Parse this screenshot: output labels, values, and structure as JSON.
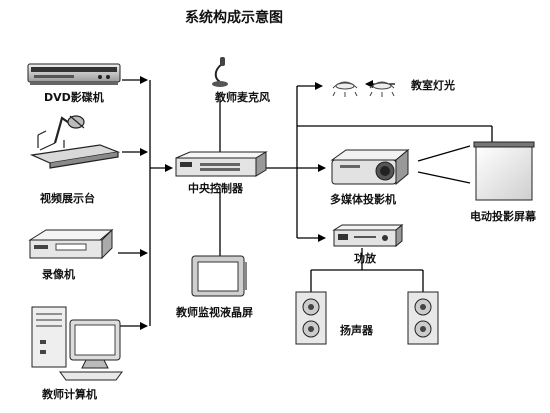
{
  "diagram": {
    "title": "系统构成示意图",
    "labels": {
      "dvd": "DVD影碟机",
      "visualizer": "视频展示台",
      "recorder": "录像机",
      "computer": "教师计算机",
      "microphone": "教师麦克风",
      "controller": "中央控制器",
      "lcd_monitor": "教师监视液晶屏",
      "lights": "教室灯光",
      "projector": "多媒体投影机",
      "screen": "电动投影屏幕",
      "amplifier": "功放",
      "speakers": "扬声器"
    }
  }
}
